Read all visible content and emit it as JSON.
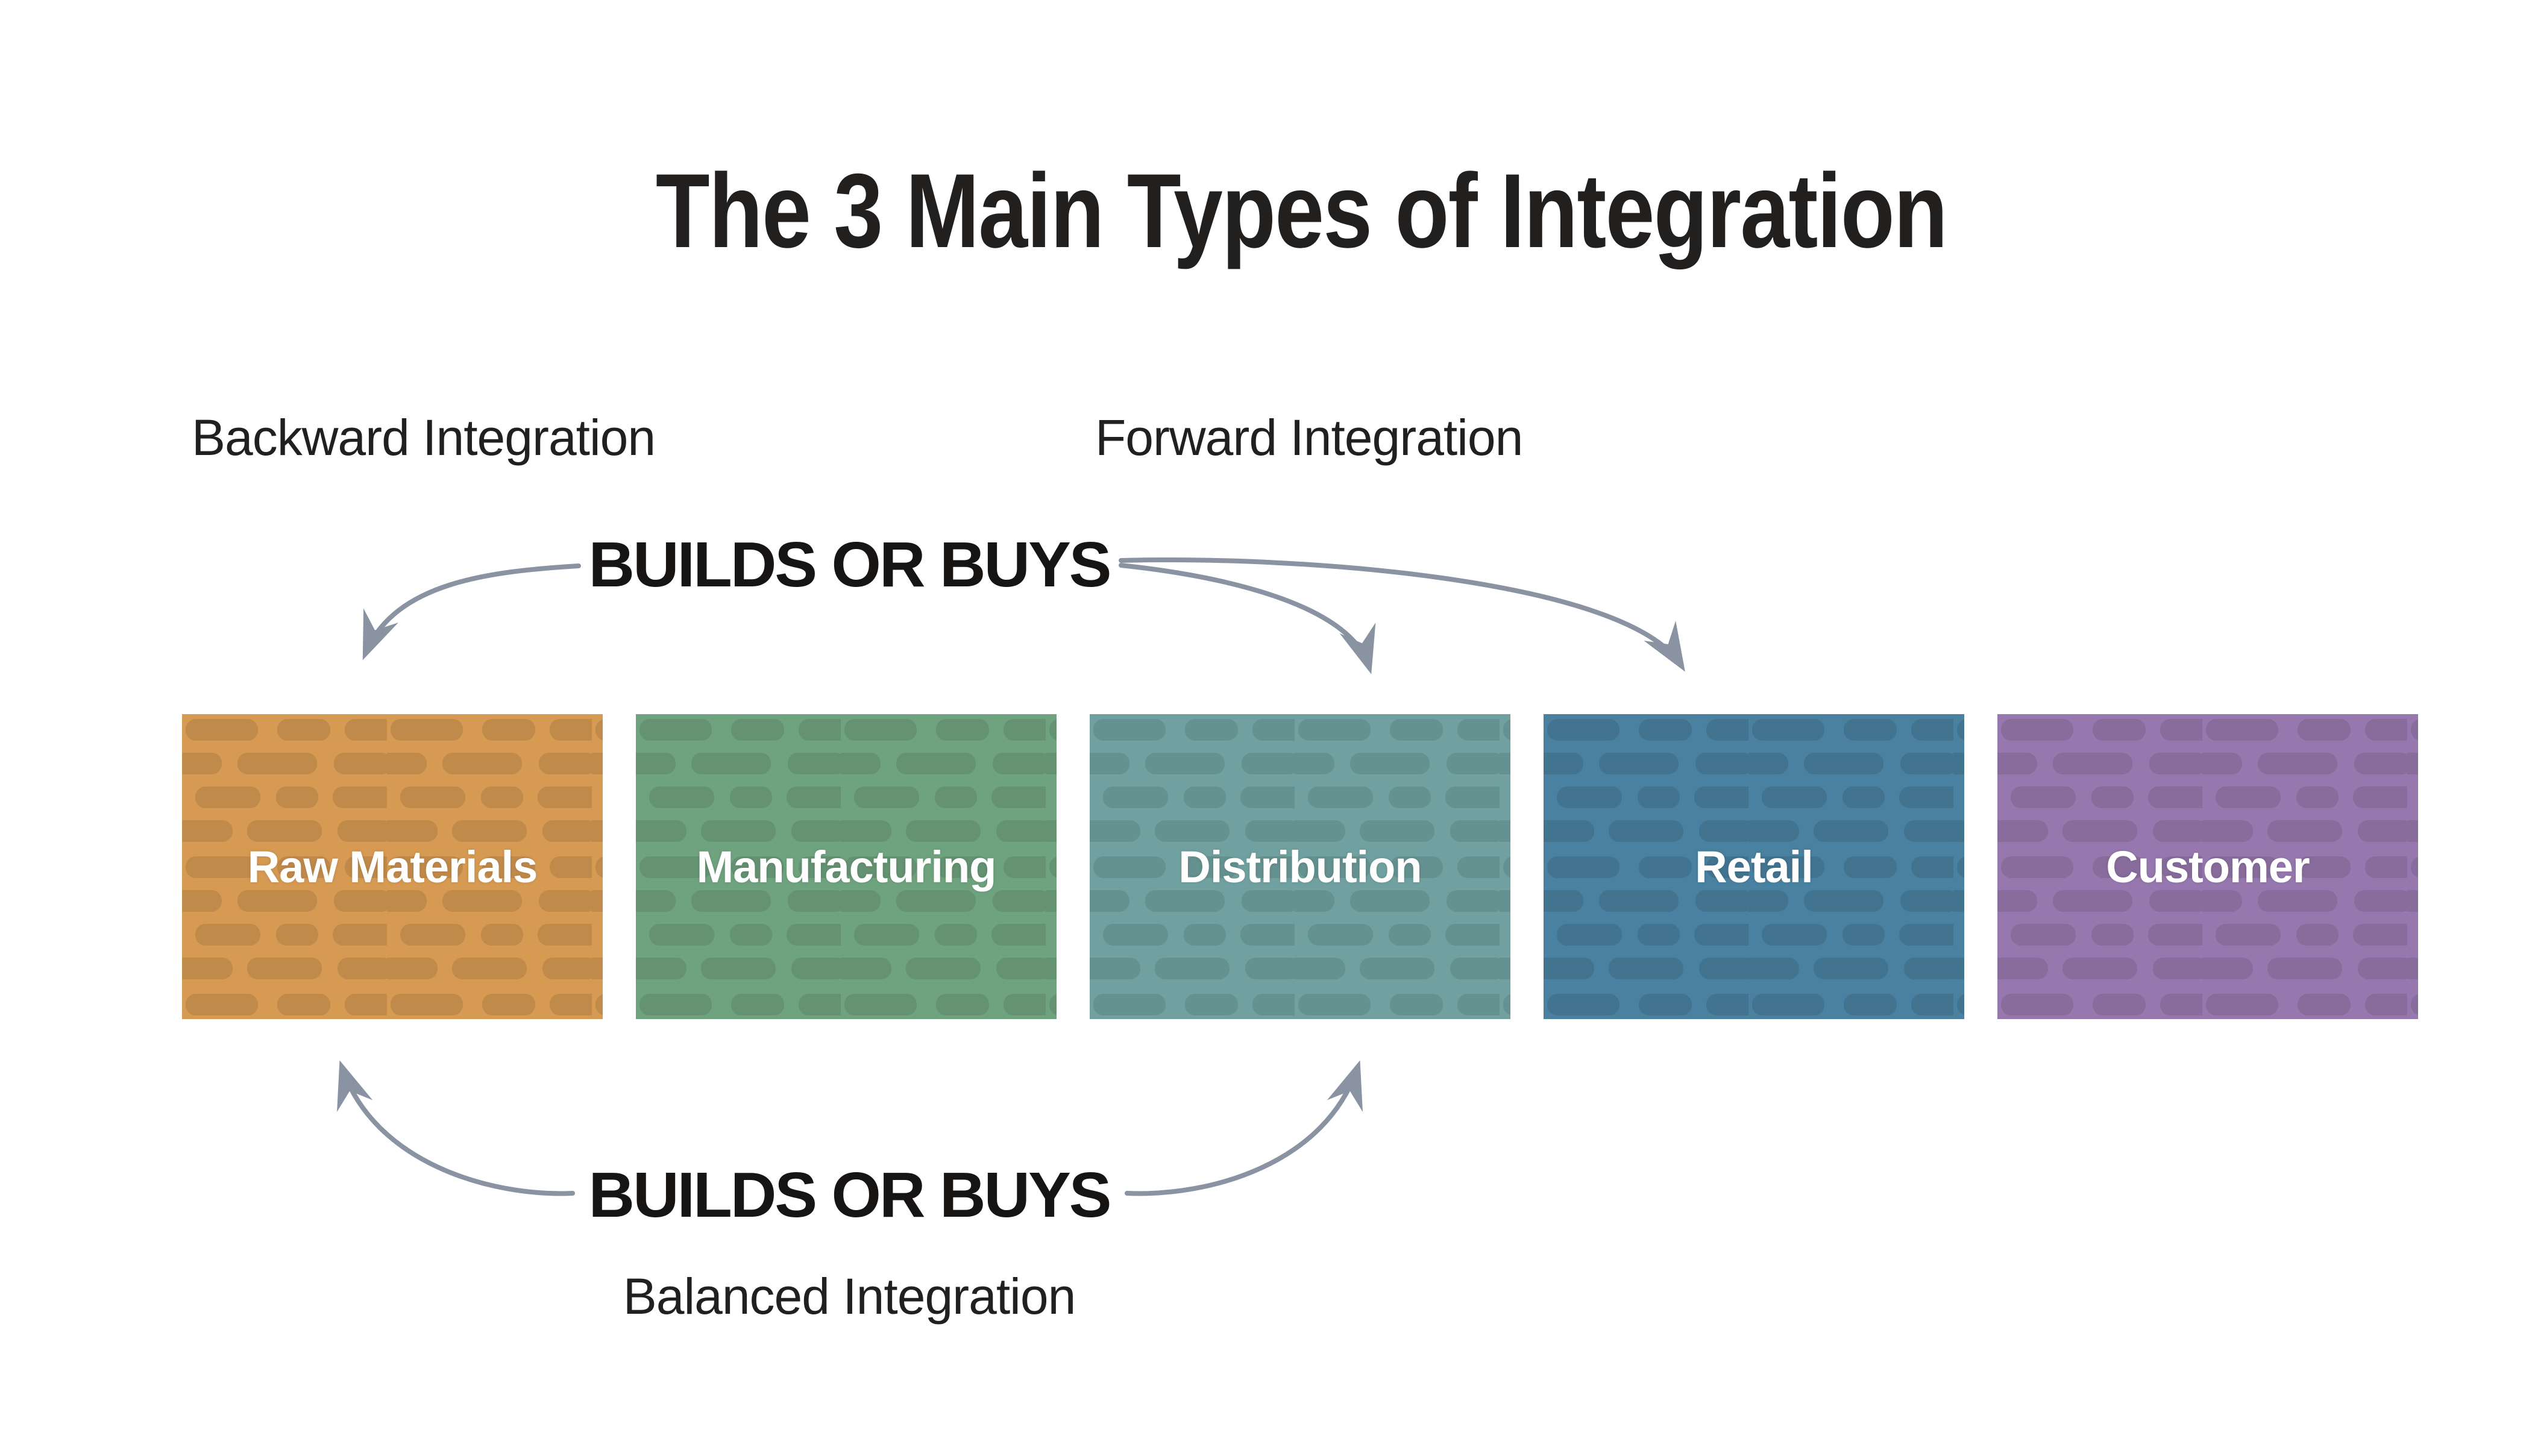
{
  "title": "The 3 Main Types of Integration",
  "annotations": {
    "backward": "Backward Integration",
    "forward": "Forward Integration",
    "balanced": "Balanced Integration",
    "builds_or_buys_top": "BUILDS OR BUYS",
    "builds_or_buys_bottom": "BUILDS OR BUYS"
  },
  "supply_chain": [
    {
      "label": "Raw Materials",
      "color": "#D69A53"
    },
    {
      "label": "Manufacturing",
      "color": "#6FA37F"
    },
    {
      "label": "Distribution",
      "color": "#70A1A0"
    },
    {
      "label": "Retail",
      "color": "#4A81A0"
    },
    {
      "label": "Customer",
      "color": "#9678AE"
    }
  ],
  "colors": {
    "arrow": "#8A93A2",
    "text": "#221F1F",
    "box_label": "#FFFFFF",
    "background": "#FFFFFF"
  }
}
